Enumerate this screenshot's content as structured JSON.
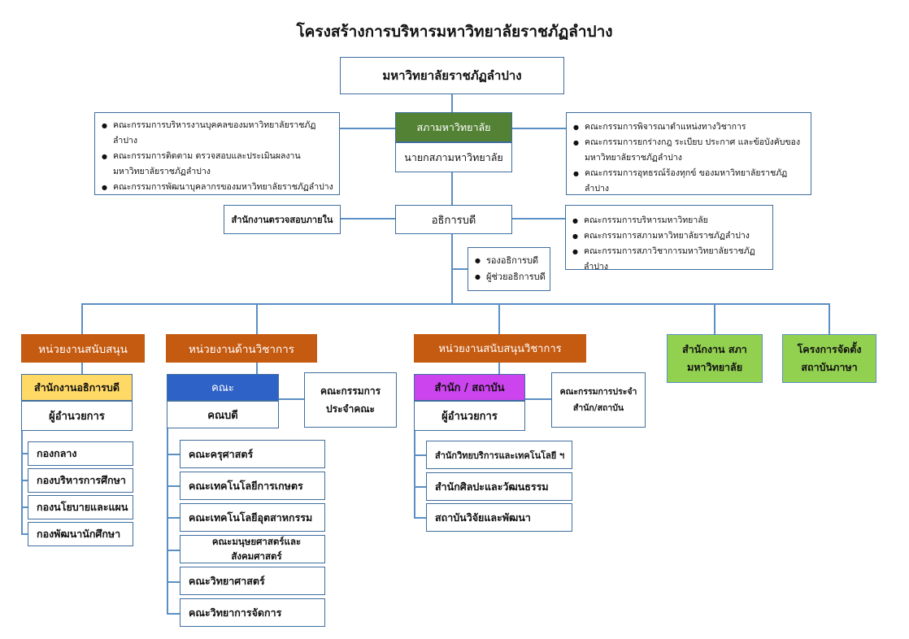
{
  "title": "โครงสร้างการบริหารมหาวิทยาลัยราชภัฏลำปาง",
  "university": "มหาวิทยาลัยราชภัฏลำปาง",
  "council": {
    "header": "สภามหาวิทยาลัย",
    "name": "นายกสภามหาวิทยาลัย"
  },
  "left_committees": [
    "คณะกรรมการบริหารงานบุคคลของมหาวิทยาลัยราชภัฏลำปาง",
    "คณะกรรมการติดตาม  ตรวจสอบและประเมินผลงาน มหาวิทยาลัยราชภัฏลำปาง",
    "คณะกรรมการพัฒนาบุคลากรของมหาวิทยาลัยราชภัฏลำปาง"
  ],
  "right_committees": [
    "คณะกรรมการพิจารณาตำแหน่งทางวิชาการ",
    "คณะกรรมการยกร่างกฎ ระเบียบ ประกาศ และข้อบังคับของมหาวิทยาลัยราชภัฏลำปาง",
    "คณะกรรมการอุทธรณ์ร้องทุกข์  ของมหาวิทยาลัยราชภัฏลำปาง"
  ],
  "president": "อธิการบดี",
  "internal_audit": "สำนักงานตรวจสอบภายใน",
  "president_committees": [
    "คณะกรรมการบริหารมหาวิทยาลัย",
    "คณะกรรมการสภามหาวิทยาลัยราชภัฏลำปาง",
    "คณะกรรมการสภาวิชาการมหาวิทยาลัยราชภัฏลำปาง"
  ],
  "vice": [
    "รองอธิการบดี",
    "ผู้ช่วยอธิการบดี"
  ],
  "support": {
    "header": "หน่วยงานสนับสนุน",
    "office": "สำนักงานอธิการบดี",
    "head": "ผู้อำนวยการ",
    "items": [
      "กองกลาง",
      "กองบริหารการศึกษา",
      "กองนโยบายและแผน",
      "กองพัฒนานักศึกษา"
    ]
  },
  "academic": {
    "header": "หน่วยงานด้านวิชาการ",
    "faculty": "คณะ",
    "dean": "คณบดี",
    "committee": "คณะกรรมการ ประจำคณะ",
    "items": [
      "คณะครุศาสตร์",
      "คณะเทคโนโลยีการเกษตร",
      "คณะเทคโนโลยีอุตสาหกรรม",
      "คณะมนุษยศาสตร์และสังคมศาสตร์",
      "คณะวิทยาศาสตร์",
      "คณะวิทยาการจัดการ"
    ]
  },
  "academic_support": {
    "header": "หน่วยงานสนับสนุนวิชาการ",
    "office": "สำนัก / สถาบัน",
    "head": "ผู้อำนวยการ",
    "committee": "คณะกรรมการประจำ สำนัก/สถาบัน",
    "items": [
      "สำนักวิทยบริการและเทคโนโลยี ฯ",
      "สำนักศิลปะและวัฒนธรรม",
      "สถาบันวิจัยและพัฒนา"
    ]
  },
  "council_office": "สำนักงาน สภามหาวิทยาลัย",
  "language_project": "โครงการจัดตั้ง สถาบันภาษา",
  "colors": {
    "line": "#5b8fc4",
    "orange": "#c55a11",
    "green_dark": "#548235",
    "green_light": "#92d050",
    "yellow": "#ffd966",
    "blue": "#2f62c7",
    "magenta": "#cc44ee"
  }
}
